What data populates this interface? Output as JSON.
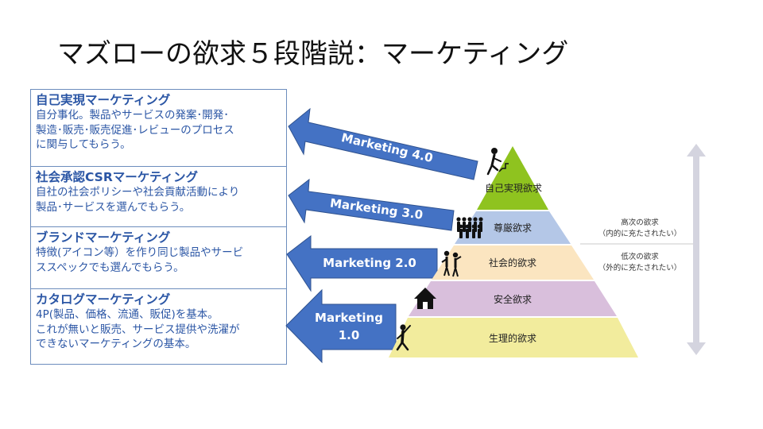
{
  "title": "マズローの欲求５段階説：マーケティング",
  "boxes": [
    {
      "heading": "自己実現マーケティング",
      "lines": [
        "自分事化。製品やサービスの発案･開発･",
        "製造･販売･販売促進･レビューのプロセス",
        "に関与してもらう。"
      ]
    },
    {
      "heading": "社会承認CSRマーケティング",
      "lines": [
        "自社の社会ポリシーや社会貢献活動により",
        "製品･サービスを選んでもらう。"
      ]
    },
    {
      "heading": "ブランドマーケティング",
      "lines": [
        "特徴(アイコン等）を作り同じ製品やサービ",
        "ススペックでも選んでもらう。"
      ]
    },
    {
      "heading": "カタログマーケティング",
      "lines": [
        "4P(製品、価格、流通、販促)を基本。",
        "これが無いと販売、サービス提供や洗濯が",
        "できないマーケティングの基本。"
      ]
    }
  ],
  "arrows": [
    {
      "label": "Marketing 4.0"
    },
    {
      "label": "Marketing 3.0"
    },
    {
      "label": "Marketing 2.0"
    },
    {
      "label_line1": "Marketing",
      "label_line2": "1.0"
    }
  ],
  "pyramid": [
    {
      "label": "自己実現欲求",
      "color": "#8fc31f"
    },
    {
      "label": "尊厳欲求",
      "color": "#b4c7e7"
    },
    {
      "label": "社会的欲求",
      "color": "#fbe5c0"
    },
    {
      "label": "安全欲求",
      "color": "#d9bfdc"
    },
    {
      "label": "生理的欲求",
      "color": "#f2ec9d"
    }
  ],
  "side": {
    "upper_line1": "高次の欲求",
    "upper_line2": "（内的に充たされたい）",
    "lower_line1": "低次の欲求",
    "lower_line2": "（外的に充たされたい）",
    "arrow_color": "#d4d4df"
  },
  "colors": {
    "accent": "#4472c4",
    "text_blue": "#2b56a5"
  }
}
